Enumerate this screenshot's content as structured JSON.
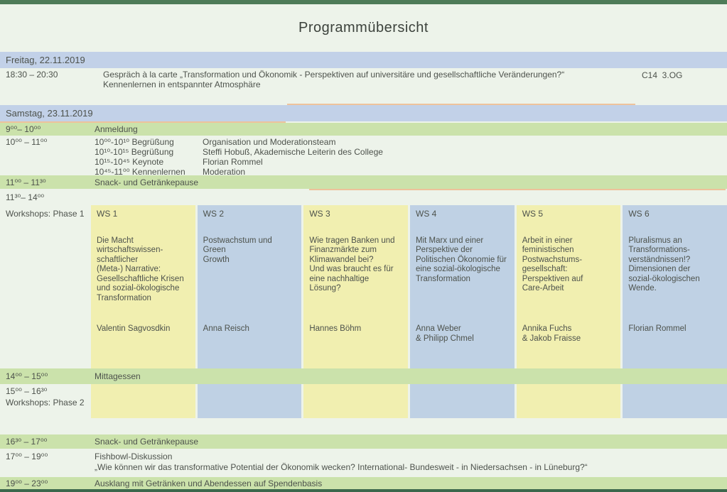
{
  "title": "Programmübersicht",
  "colors": {
    "border_green_top": "#4e7b58",
    "border_green_bottom": "#3b684c",
    "page_bg": "#edf3ea",
    "day_header_blue": "#c2d1e8",
    "cell_blue": "#bfd1e4",
    "row_green": "#cbe2ab",
    "cell_yellow": "#f1efb0",
    "accent_orange": "#eec29b",
    "text": "#4d524c"
  },
  "friday": {
    "header": "Freitag, 22.11.2019",
    "event": {
      "time": "18:30 – 20:30",
      "line1": "Gespräch à la carte „Transformation und Ökonomik - Perspektiven auf universitäre und gesellschaftliche Veränderungen?“",
      "line2": "Kennenlernen in entspannter Atmosphäre",
      "location": "C14  3.OG"
    }
  },
  "saturday": {
    "header": "Samstag, 23.11.2019",
    "anmeldung": {
      "time": "9⁰⁰– 10⁰⁰",
      "label": "Anmeldung"
    },
    "opening": {
      "time": "10⁰⁰ – 11⁰⁰",
      "items": [
        {
          "slot": "10⁰⁰-10¹⁰ Begrüßung",
          "who": "Organisation und Moderationsteam"
        },
        {
          "slot": "10¹⁰-10¹⁵ Begrüßung",
          "who": "Steffi Hobuß, Akademische Leiterin des College"
        },
        {
          "slot": "10¹⁵-10⁴⁵ Keynote",
          "who": "Florian Rommel"
        },
        {
          "slot": "10⁴⁵-11⁰⁰ Kennenlernen",
          "who": "Moderation"
        }
      ]
    },
    "break1": {
      "time": "11⁰⁰ – 11³⁰",
      "label": "Snack- und Getränkepause"
    },
    "phase1": {
      "time": "11³⁰– 14⁰⁰",
      "label": "Workshops: Phase 1",
      "workshops": [
        {
          "id": "WS 1",
          "title": "Die Macht\nwirtschaftswissen-\nschaftlicher\n(Meta-) Narrative:\nGesellschaftliche Krisen\nund sozial-ökologische\nTransformation",
          "speaker": "Valentin Sagvosdkin"
        },
        {
          "id": "WS 2",
          "title": "Postwachstum und Green\nGrowth",
          "speaker": "Anna Reisch"
        },
        {
          "id": "WS 3",
          "title": "Wie tragen Banken und\nFinanzmärkte zum\nKlimawandel bei?\nUnd was braucht es für\neine nachhaltige\nLösung?",
          "speaker": "Hannes Böhm"
        },
        {
          "id": "WS 4",
          "title": "Mit Marx und einer\nPerspektive der\nPolitischen Ökonomie für\neine sozial-ökologische\nTransformation",
          "speaker": "Anna Weber\n& Philipp Chmel"
        },
        {
          "id": "WS 5",
          "title": "Arbeit in einer\nfeministischen\nPostwachstums-\ngesellschaft:\nPerspektiven auf\nCare-Arbeit",
          "speaker": "Annika Fuchs\n& Jakob Fraisse"
        },
        {
          "id": "WS 6",
          "title": "Pluralismus an\nTransformations-\nverständnissen!?\nDimensionen der\nsozial-ökologischen\nWende.",
          "speaker": "Florian Rommel"
        }
      ]
    },
    "lunch": {
      "time": "14⁰⁰ – 15⁰⁰",
      "label": "Mittagessen"
    },
    "phase2": {
      "time": "15⁰⁰ – 16³⁰",
      "label": "Workshops: Phase 2"
    },
    "break2": {
      "time": "16³⁰ – 17⁰⁰",
      "label": "Snack- und Getränkepause"
    },
    "fishbowl": {
      "time": "17⁰⁰ – 19⁰⁰",
      "title": "Fishbowl-Diskussion",
      "quote": "„Wie können wir das transformative Potential der Ökonomik wecken? International- Bundesweit - in Niedersachsen - in Lüneburg?“"
    },
    "ausklang": {
      "time": "19⁰⁰ – 23⁰⁰",
      "label": "Ausklang mit Getränken und Abendessen auf Spendenbasis"
    }
  }
}
